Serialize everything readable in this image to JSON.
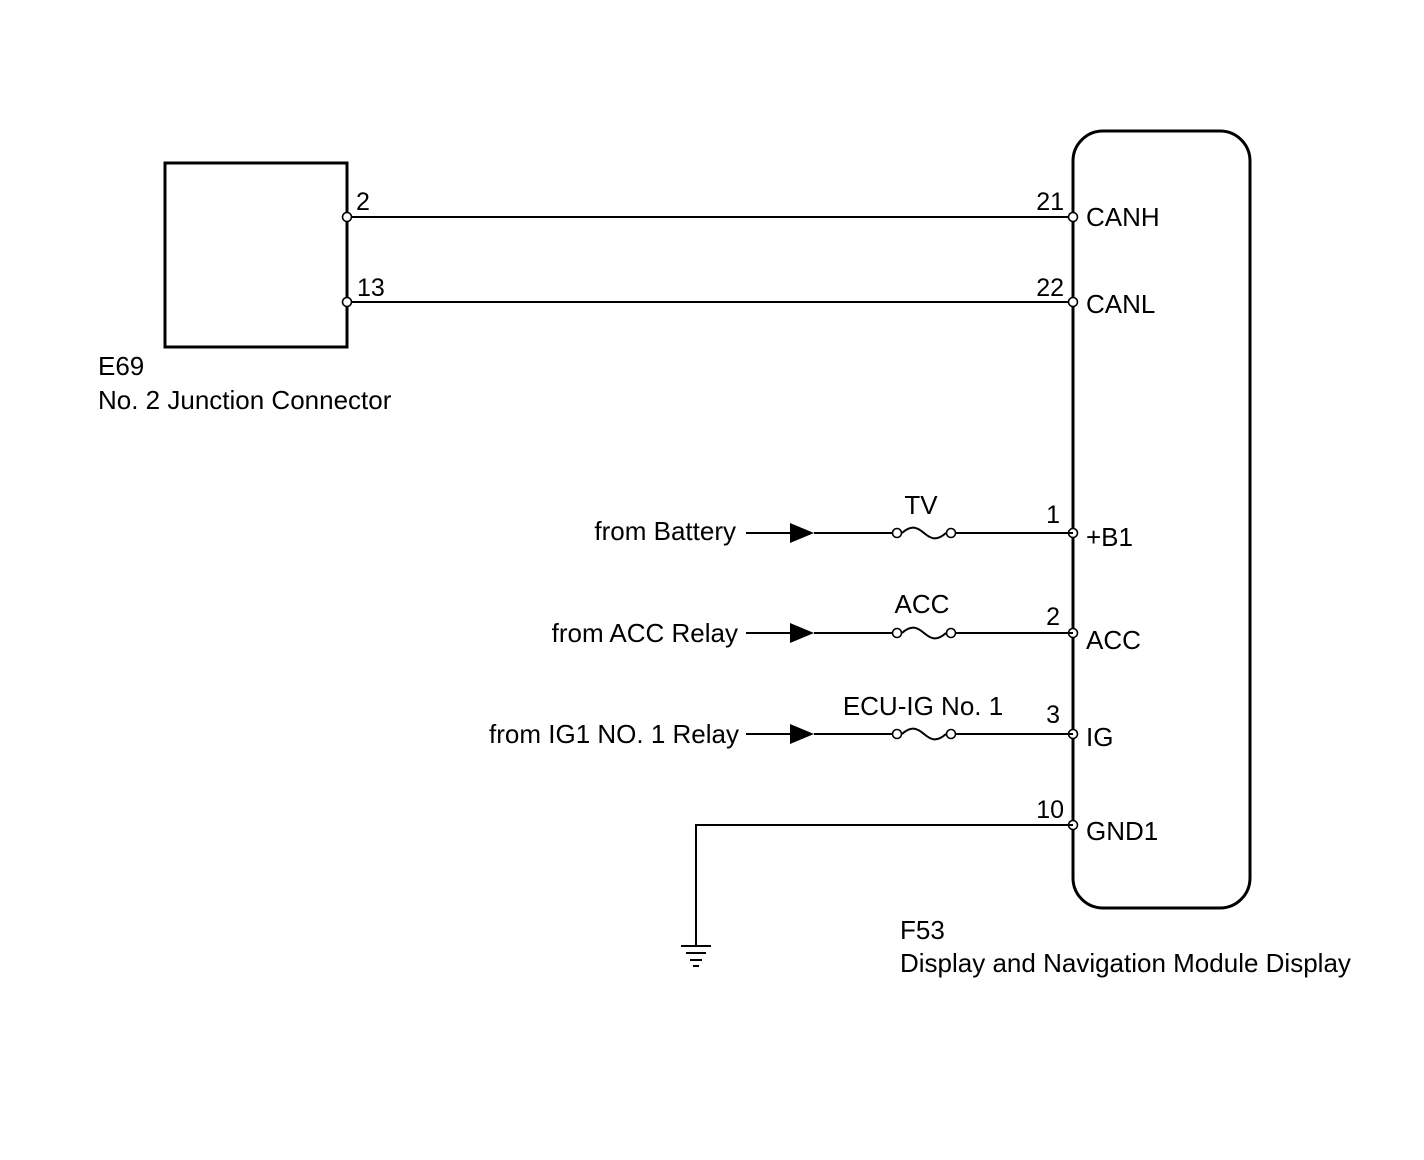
{
  "e69": {
    "code": "E69",
    "name": "No. 2 Junction Connector",
    "pins": [
      "2",
      "13"
    ]
  },
  "f53": {
    "code": "F53",
    "name": "Display and Navigation Module Display",
    "pins": [
      {
        "num": "21",
        "label": "CANH"
      },
      {
        "num": "22",
        "label": "CANL"
      },
      {
        "num": "1",
        "label": "+B1"
      },
      {
        "num": "2",
        "label": "ACC"
      },
      {
        "num": "3",
        "label": "IG"
      },
      {
        "num": "10",
        "label": "GND1"
      }
    ]
  },
  "supplies": [
    {
      "source": "from Battery",
      "fuse": "TV"
    },
    {
      "source": "from ACC Relay",
      "fuse": "ACC"
    },
    {
      "source": "from IG1 NO. 1 Relay",
      "fuse": "ECU-IG No. 1"
    }
  ]
}
